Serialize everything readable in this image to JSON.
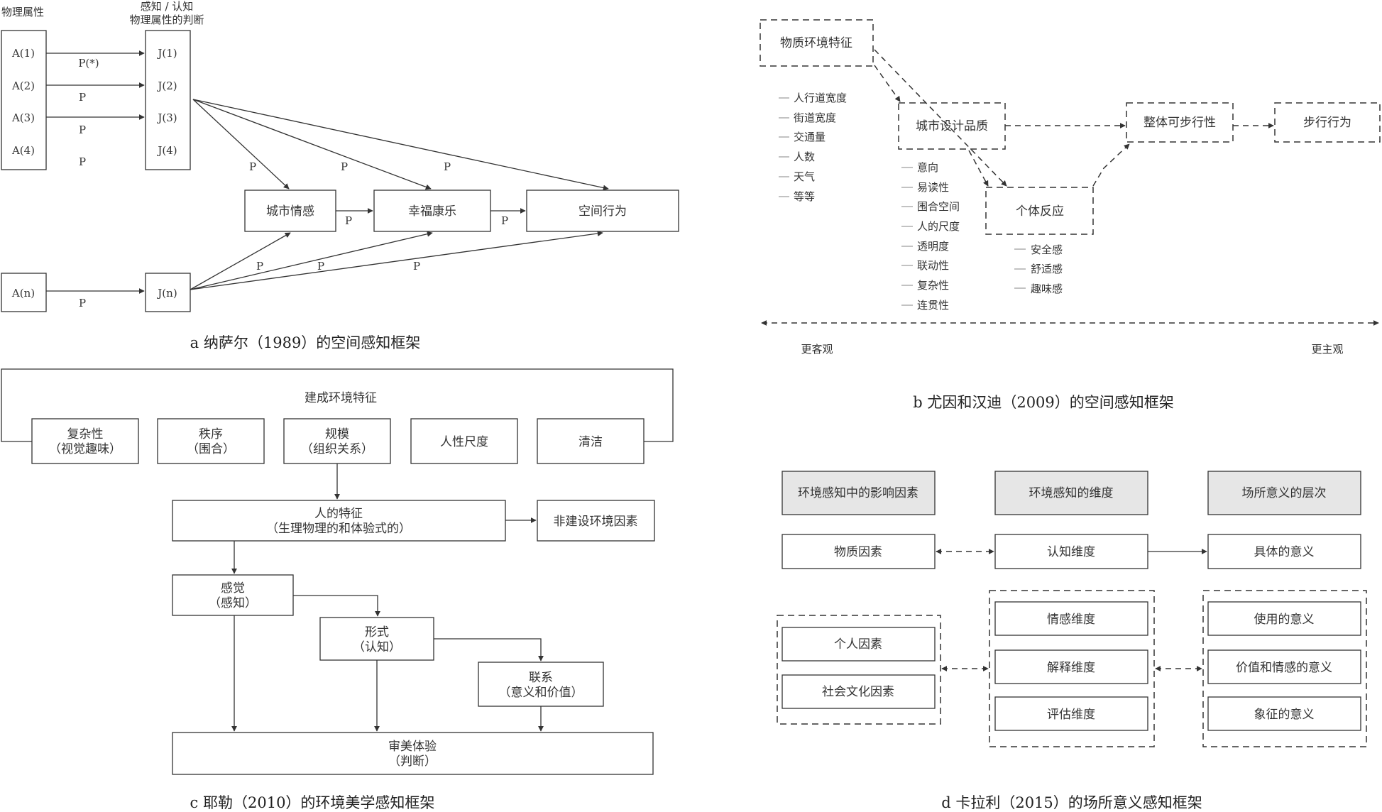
{
  "panel_a": {
    "caption": "a  纳萨尔（1989）的空间感知框架",
    "header_left": "物理属性",
    "header_right_1": "感知 / 认知",
    "header_right_2": "物理属性的判断",
    "attributes": [
      "A(1)",
      "A(2)",
      "A(3)",
      "A(4)"
    ],
    "judgments": [
      "J(1)",
      "J(2)",
      "J(3)",
      "J(4)"
    ],
    "an": "A(n)",
    "jn": "J(n)",
    "p_star": "P(*)",
    "p": "P",
    "outcomes": [
      "城市情感",
      "幸福康乐",
      "空间行为"
    ]
  },
  "panel_b": {
    "caption": "b  尤因和汉迪（2009）的空间感知框架",
    "physical": "物质环境特征",
    "physical_items": [
      "人行道宽度",
      "街道宽度",
      "交通量",
      "人数",
      "天气",
      "等等"
    ],
    "urban_design": "城市设计品质",
    "urban_items": [
      "意向",
      "易读性",
      "围合空间",
      "人的尺度",
      "透明度",
      "联动性",
      "复杂性",
      "连贯性"
    ],
    "individual": "个体反应",
    "individual_items": [
      "安全感",
      "舒适感",
      "趣味感"
    ],
    "walkability": "整体可步行性",
    "walking": "步行行为",
    "objective": "更客观",
    "subjective": "更主观"
  },
  "panel_c": {
    "caption": "c  耶勒（2010）的环境美学感知框架",
    "built_env": "建成环境特征",
    "features": [
      {
        "l1": "复杂性",
        "l2": "（视觉趣味）"
      },
      {
        "l1": "秩序",
        "l2": "（围合）"
      },
      {
        "l1": "规模",
        "l2": "（组织关系）"
      },
      {
        "l1": "人性尺度",
        "l2": ""
      },
      {
        "l1": "清洁",
        "l2": ""
      }
    ],
    "human_1": "人的特征",
    "human_2": "（生理物理的和体验式的）",
    "non_built": "非建设环境因素",
    "sense_1": "感觉",
    "sense_2": "（感知）",
    "form_1": "形式",
    "form_2": "（认知）",
    "assoc_1": "联系",
    "assoc_2": "（意义和价值）",
    "aesthetic_1": "审美体验",
    "aesthetic_2": "（判断）"
  },
  "panel_d": {
    "caption": "d  卡拉利（2015）的场所意义感知框架",
    "headers": [
      "环境感知中的影响因素",
      "环境感知的维度",
      "场所意义的层次"
    ],
    "physical_factor": "物质因素",
    "cognitive": "认知维度",
    "concrete": "具体的意义",
    "personal": "个人因素",
    "sociocultural": "社会文化因素",
    "dimensions": [
      "情感维度",
      "解释维度",
      "评估维度"
    ],
    "meanings": [
      "使用的意义",
      "价值和情感的意义",
      "象征的意义"
    ]
  }
}
